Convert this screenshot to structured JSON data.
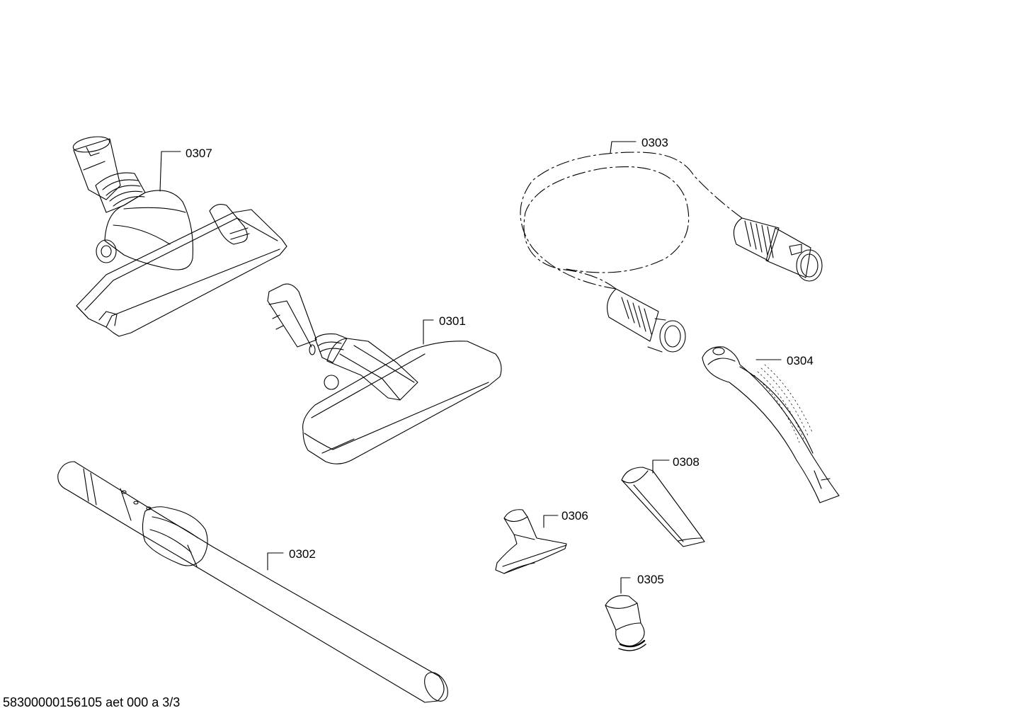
{
  "diagram": {
    "parts": [
      {
        "id": "floor-nozzle-large",
        "label": "0307"
      },
      {
        "id": "floor-nozzle",
        "label": "0301"
      },
      {
        "id": "hose",
        "label": "0303"
      },
      {
        "id": "handle",
        "label": "0304"
      },
      {
        "id": "crevice-tool",
        "label": "0308"
      },
      {
        "id": "upholstery-nozzle",
        "label": "0306"
      },
      {
        "id": "brush-adapter",
        "label": "0305"
      },
      {
        "id": "telescopic-tube",
        "label": "0302"
      }
    ]
  },
  "footer": {
    "text": "58300000156105 aet 000 a 3/3"
  }
}
